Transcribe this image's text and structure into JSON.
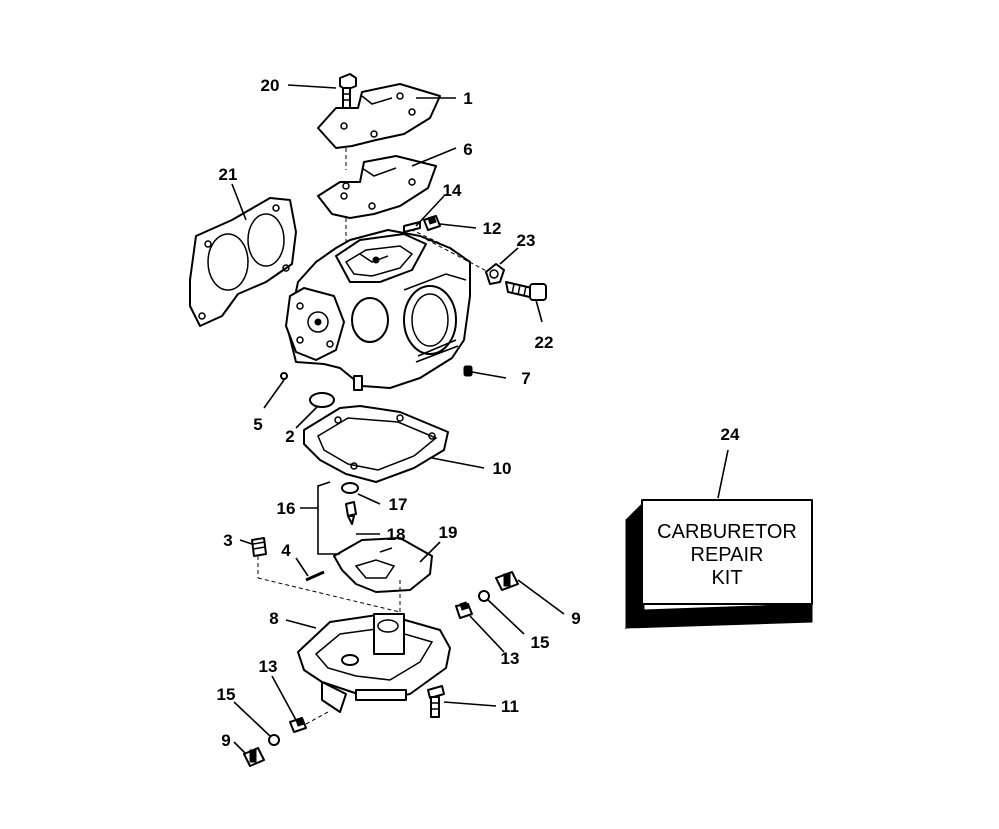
{
  "callouts": [
    {
      "id": "c20",
      "label": "20"
    },
    {
      "id": "c1",
      "label": "1"
    },
    {
      "id": "c6",
      "label": "6"
    },
    {
      "id": "c21",
      "label": "21"
    },
    {
      "id": "c14",
      "label": "14"
    },
    {
      "id": "c12",
      "label": "12"
    },
    {
      "id": "c23",
      "label": "23"
    },
    {
      "id": "c22",
      "label": "22"
    },
    {
      "id": "c7",
      "label": "7"
    },
    {
      "id": "c5",
      "label": "5"
    },
    {
      "id": "c2",
      "label": "2"
    },
    {
      "id": "c10",
      "label": "10"
    },
    {
      "id": "c24",
      "label": "24"
    },
    {
      "id": "c16",
      "label": "16"
    },
    {
      "id": "c17",
      "label": "17"
    },
    {
      "id": "c3",
      "label": "3"
    },
    {
      "id": "c18",
      "label": "18"
    },
    {
      "id": "c19",
      "label": "19"
    },
    {
      "id": "c4",
      "label": "4"
    },
    {
      "id": "c9a",
      "label": "9"
    },
    {
      "id": "c8",
      "label": "8"
    },
    {
      "id": "c15a",
      "label": "15"
    },
    {
      "id": "c13a",
      "label": "13"
    },
    {
      "id": "c13b",
      "label": "13"
    },
    {
      "id": "c15b",
      "label": "15"
    },
    {
      "id": "c11",
      "label": "11"
    },
    {
      "id": "c9b",
      "label": "9"
    }
  ],
  "kit": {
    "line1": "CARBURETOR",
    "line2": "REPAIR",
    "line3": "KIT"
  }
}
